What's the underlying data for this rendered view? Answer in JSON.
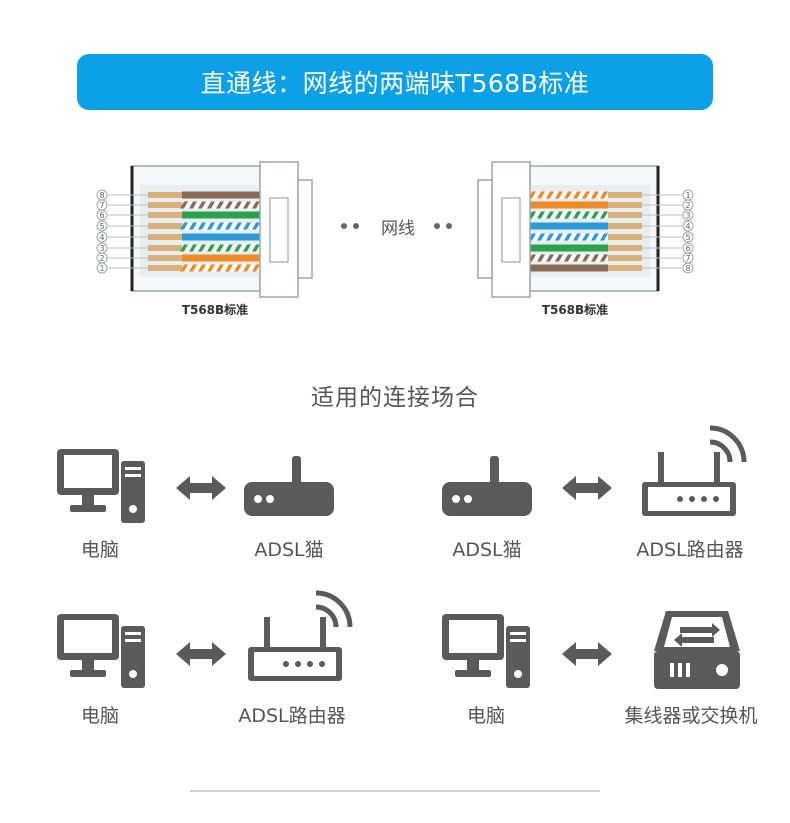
{
  "banner": {
    "title": "直通线：网线的两端味T568B标准"
  },
  "diagram": {
    "left_connector_label": "T568B标准",
    "right_connector_label": "T568B标准",
    "cable_label": "网线",
    "left_pins": [
      "8",
      "7",
      "6",
      "5",
      "4",
      "3",
      "2",
      "1"
    ],
    "right_pins": [
      "1",
      "2",
      "3",
      "4",
      "5",
      "6",
      "7",
      "8"
    ],
    "wire_colors": {
      "orange": "#f08a24",
      "green": "#2aa14a",
      "blue": "#2c9ad8",
      "brown": "#8b6a55",
      "gold": "#d9b07a",
      "sheath": "#e6eef2"
    }
  },
  "section": {
    "title": "适用的连接场合"
  },
  "connections": [
    {
      "left_label": "电脑",
      "right_label": "ADSL猫"
    },
    {
      "left_label": "ADSL猫",
      "right_label": "ADSL路由器"
    },
    {
      "left_label": "电脑",
      "right_label": "ADSL路由器"
    },
    {
      "left_label": "电脑",
      "right_label": "集线器或交换机"
    }
  ],
  "icons": {
    "computer": "computer-icon",
    "modem": "adsl-modem-icon",
    "router": "wifi-router-icon",
    "switch": "hub-switch-icon",
    "arrow": "double-arrow-icon",
    "icon_color": "#5a5a5a"
  }
}
